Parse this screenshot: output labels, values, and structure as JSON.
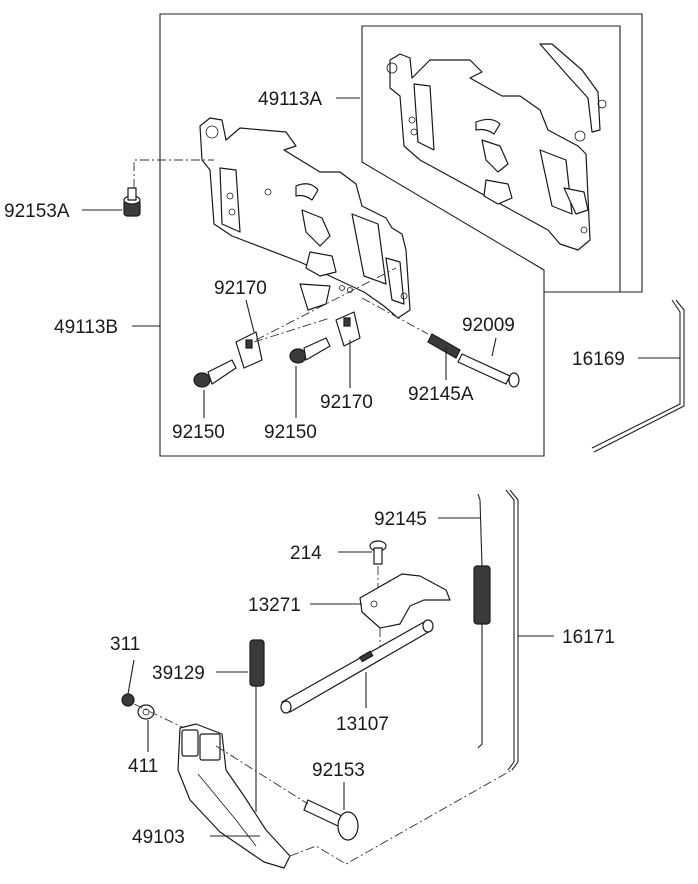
{
  "labels": {
    "p49113A": "49113A",
    "p92153A": "92153A",
    "p49113B": "49113B",
    "p92170_top": "92170",
    "p92009": "92009",
    "p16169": "16169",
    "p92150_left": "92150",
    "p92150_mid": "92150",
    "p92170_mid": "92170",
    "p92145A": "92145A",
    "p92145": "92145",
    "p214": "214",
    "p13271": "13271",
    "p311": "311",
    "p39129": "39129",
    "p16171": "16171",
    "p13107": "13107",
    "p411": "411",
    "p92153": "92153",
    "p49103": "49103"
  }
}
